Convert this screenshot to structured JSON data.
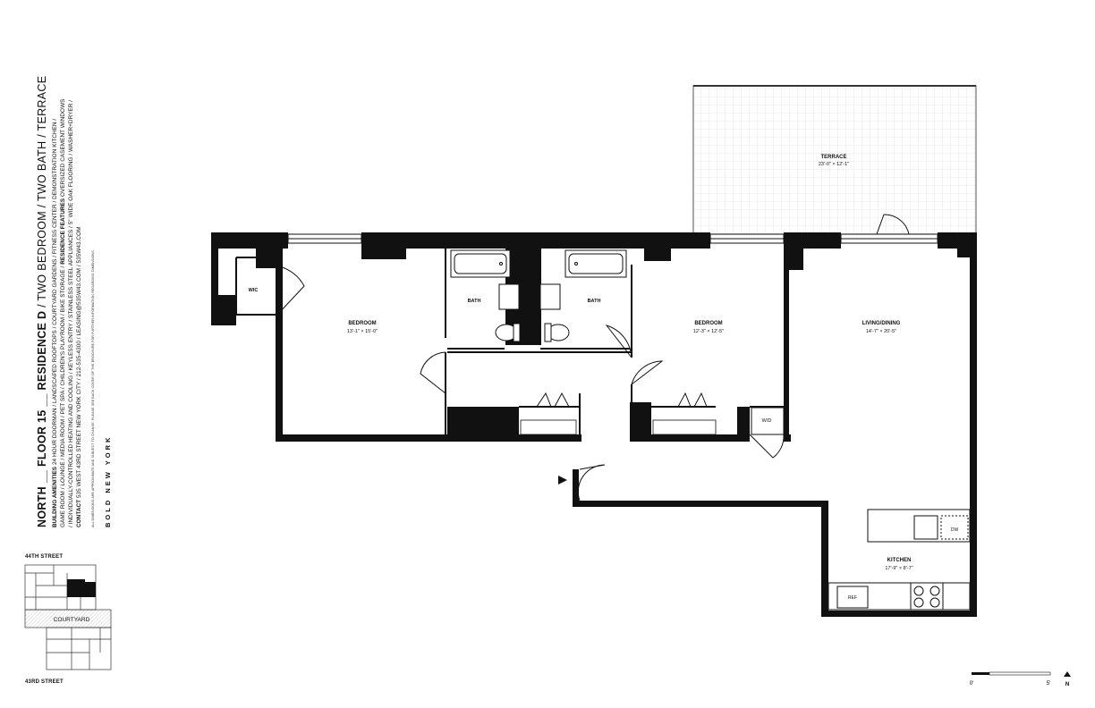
{
  "header": {
    "title_part1": "NORTH __ FLOOR 15 __ RESIDENCE D",
    "title_part2": " / TWO BEDROOM / TWO BATH / TERRACE",
    "amenities_label": "BUILDING AMENITIES",
    "amenities_1": "24 HOUR DOORMAN / LANDSCAPED ROOFTOPS / COURTYARD GARDENS / FITNESS CENTER / DEMONSTRATION KITCHEN /",
    "amenities_2": "GAME ROOM / LOUNGE / MEDIA ROOM / PET SPA / CHILDREN'S PLAYROOM / BIKE STORAGE /",
    "features_label": "RESIDENCE FEATURES",
    "features_1": "OVERSIZED CASEMENT WINDOWS",
    "features_2": "/ INDIVIDUALLY-CONTROLLED HEATING AND COOLING / KEYLESS ENTRY / STAINLESS STEEL APPLIANCES / 5\" WIDE OAK FLOORING / WASHER+DRYER /",
    "contact_label": "CONTACT",
    "contact_text": "535 WEST 43RD STREET NEW YORK CITY / 212-535-4300 / LEASING@535W43.COM / 535W43.COM",
    "disclaimer_1": "ALL DIMENSIONS ARE APPROXIMATE AND SUBJECT TO CHANGE. PLEASE SEE BACK COVER OF THE BROCHURE FOR FURTHER INFORMATION REGARDING DIMENSIONS.",
    "logo_text": "BOLD NEW YORK"
  },
  "rooms": {
    "terrace": {
      "name": "TERRACE",
      "dims": "23'-0\" × 12'-1\""
    },
    "bedroom1": {
      "name": "BEDROOM",
      "dims": "13'-1\" × 15'-0\""
    },
    "bedroom2": {
      "name": "BEDROOM",
      "dims": "12'-3\" × 12'-5\""
    },
    "living": {
      "name": "LIVING/DINING",
      "dims": "14'-7\" × 20'-5\""
    },
    "kitchen": {
      "name": "KITCHEN",
      "dims": "17'-9\" × 8'-7\""
    },
    "bath1": "BATH",
    "bath2": "BATH",
    "wic": "WIC",
    "wd": "W/D",
    "dw": "DW",
    "ref": "REF"
  },
  "key_plan": {
    "top_street": "44TH STREET",
    "courtyard": "COURTYARD",
    "bottom_street": "43RD STREET"
  },
  "scale": {
    "start": "0'",
    "end": "5'",
    "north": "N"
  },
  "colors": {
    "wall": "#111111",
    "grid": "#cfcfcf",
    "paper": "#ffffff"
  }
}
